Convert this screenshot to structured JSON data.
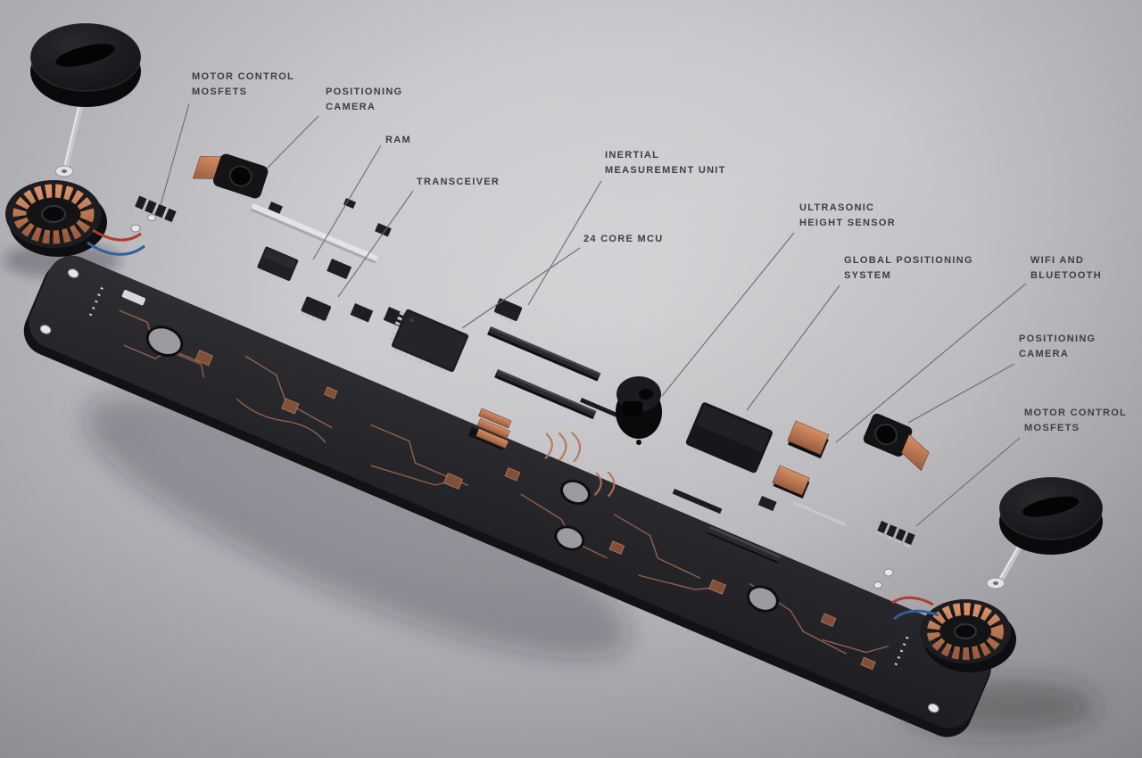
{
  "colors": {
    "background_center": "#d6d6d9",
    "background_edge": "#939398",
    "board": "#26262b",
    "copper": "#bc7a58",
    "label_text": "#3d3d42",
    "leader_line": "#6b6b70"
  },
  "labels": [
    {
      "id": "motor-control-mosfets-left",
      "text": "MOTOR CONTROL\nMOSFETS"
    },
    {
      "id": "positioning-camera-left",
      "text": "POSITIONING\nCAMERA"
    },
    {
      "id": "ram",
      "text": "RAM"
    },
    {
      "id": "transceiver",
      "text": "TRANSCEIVER"
    },
    {
      "id": "inertial-measurement-unit",
      "text": "INERTIAL\nMEASUREMENT UNIT"
    },
    {
      "id": "24-core-mcu",
      "text": "24 CORE MCU"
    },
    {
      "id": "ultrasonic-height-sensor",
      "text": "ULTRASONIC\nHEIGHT SENSOR"
    },
    {
      "id": "global-positioning-system",
      "text": "GLOBAL POSITIONING\nSYSTEM"
    },
    {
      "id": "wifi-and-bluetooth",
      "text": "WIFI AND\nBLUETOOTH"
    },
    {
      "id": "positioning-camera-right",
      "text": "POSITIONING\nCAMERA"
    },
    {
      "id": "motor-control-mosfets-right",
      "text": "MOTOR CONTROL\nMOSFETS"
    }
  ]
}
